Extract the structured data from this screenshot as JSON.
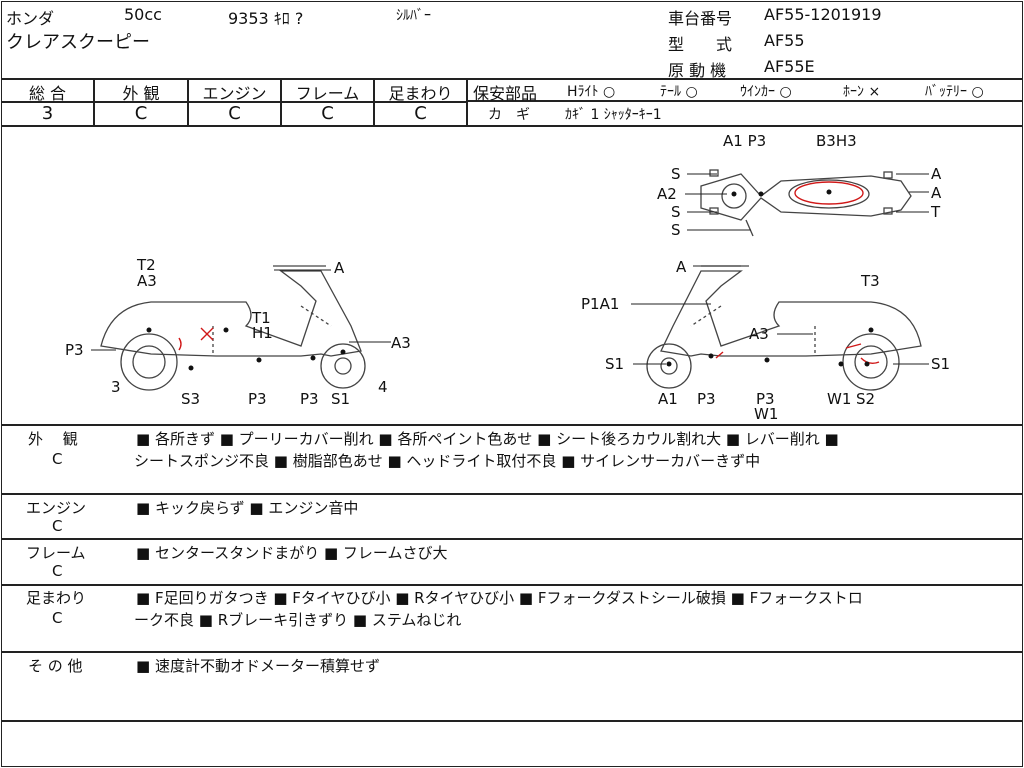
{
  "header": {
    "maker": "ホンダ",
    "displacement": "50cc",
    "mileage": "9353 ｷﾛ ?",
    "color": "ｼﾙﾊﾞｰ",
    "model_name": "クレアスクーピー",
    "frame_no_label": "車台番号",
    "frame_no": "AF55-1201919",
    "type_label": "型　　式",
    "type_value": "AF55",
    "engine_label": "原 動 機",
    "engine_value": "AF55E"
  },
  "grades": {
    "headers": [
      "総 合",
      "外 観",
      "エンジン",
      "フレーム",
      "足まわり"
    ],
    "values": [
      "3",
      "C",
      "C",
      "C",
      "C"
    ]
  },
  "safety": {
    "label": "保安部品",
    "items": [
      {
        "name": "Hﾗｲﾄ",
        "mark": "○"
      },
      {
        "name": "ﾃｰﾙ",
        "mark": "○"
      },
      {
        "name": "ｳｲﾝｶｰ",
        "mark": "○"
      },
      {
        "name": "ﾎｰﾝ",
        "mark": "×"
      },
      {
        "name": "ﾊﾞｯﾃﾘｰ",
        "mark": "○"
      }
    ],
    "key_label": "カ　ギ",
    "key_value": "ｶｷﾞ 1 ｼｬｯﾀｰｷｰ1"
  },
  "diagram": {
    "top_labels": [
      "A1 P3",
      "B3H3",
      "S",
      "A2",
      "S",
      "S",
      "A",
      "A",
      "T"
    ],
    "left_labels": [
      "T2",
      "A3",
      "A",
      "T1",
      "H1",
      "P3",
      "A3",
      "3",
      "S3",
      "P3",
      "P3",
      "S1",
      "4"
    ],
    "right_labels": [
      "A",
      "T3",
      "P1A1",
      "A3",
      "S1",
      "S1",
      "A1",
      "P3",
      "P3",
      "W1",
      "W1",
      "S2"
    ]
  },
  "notes": [
    {
      "label": "外　 観",
      "grade": "C",
      "lines": [
        "■ 各所きず ■ プーリーカバー削れ ■ 各所ペイント色あせ ■ シート後ろカウル割れ大 ■ レバー削れ ■",
        "シートスポンジ不良 ■ 樹脂部色あせ ■ ヘッドライト取付不良 ■ サイレンサーカバーきず中"
      ]
    },
    {
      "label": "エンジン",
      "grade": "C",
      "lines": [
        "■ キック戻らず ■ エンジン音中"
      ]
    },
    {
      "label": "フレーム",
      "grade": "C",
      "lines": [
        "■ センタースタンドまがり ■ フレームさび大"
      ]
    },
    {
      "label": "足まわり",
      "grade": "C",
      "lines": [
        "■ F足回りガタつき ■ Fタイヤひび小 ■ Rタイヤひび小 ■ Fフォークダストシール破損 ■ Fフォークストロ",
        "ーク不良 ■ Rブレーキ引きずり ■ ステムねじれ"
      ]
    },
    {
      "label": "そ の 他",
      "grade": "",
      "lines": [
        "■ 速度計不動オドメーター積算せず"
      ]
    }
  ],
  "colors": {
    "line": "#222222",
    "damage_mark": "#d01818"
  }
}
